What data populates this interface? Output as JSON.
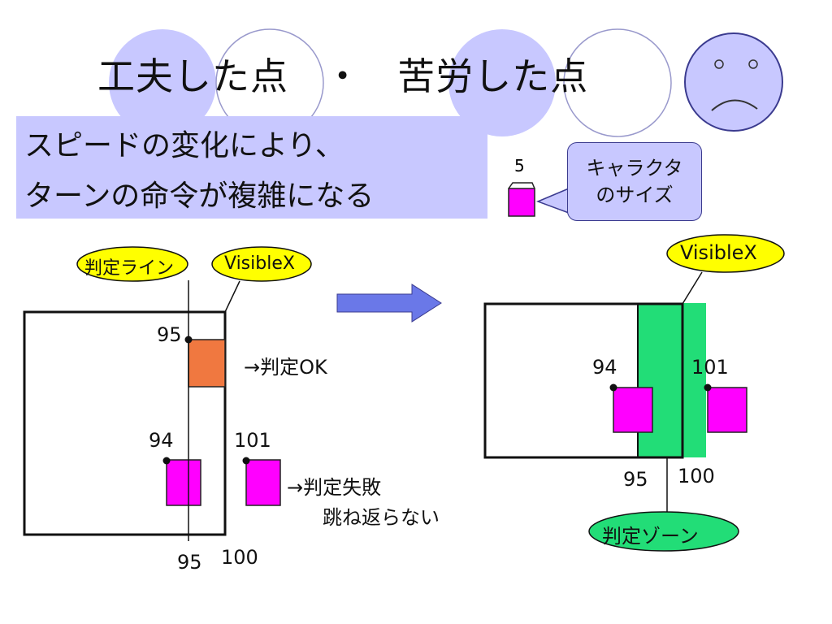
{
  "title": {
    "part1": "工夫した点",
    "separator": "・",
    "part2": "苦労した点"
  },
  "subtitle": {
    "line1": "スピードの変化により、",
    "line2": "ターンの命令が複雑になる"
  },
  "character_size": {
    "number": "5",
    "callout_line1": "キャラクタ",
    "callout_line2": "のサイズ"
  },
  "left_diagram": {
    "judge_line_label": "判定ライン",
    "visiblex_label": "VisibleX",
    "top_value": "95",
    "ok_text": "→判定OK",
    "pos_94": "94",
    "pos_101": "101",
    "fail_line1": "→判定失敗",
    "fail_line2": "跳ね返らない",
    "bottom_95": "95",
    "bottom_100": "100"
  },
  "right_diagram": {
    "visiblex_label": "VisibleX",
    "pos_94": "94",
    "pos_101": "101",
    "bottom_95": "95",
    "bottom_100": "100",
    "zone_label": "判定ゾーン"
  },
  "colors": {
    "circle_fill": "#c8c8ff",
    "ok_block": "#f07840",
    "magenta": "#ff00ff",
    "zone_green": "#22dd77",
    "label_yellow": "#ffff00",
    "arrow_blue": "#6a78e8"
  },
  "icons": {
    "face": "sad-face-icon",
    "arrow": "right-arrow-icon"
  }
}
